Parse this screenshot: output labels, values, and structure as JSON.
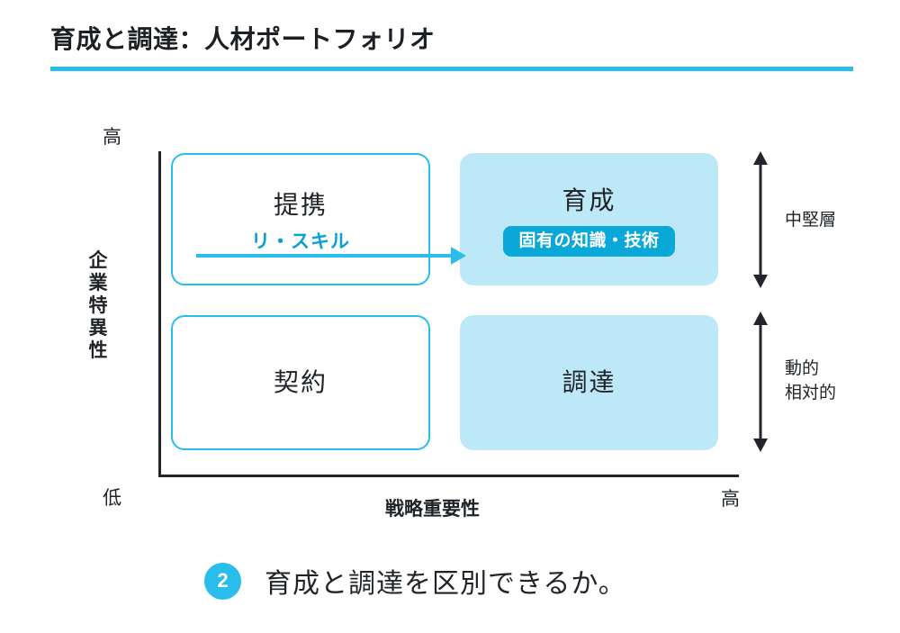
{
  "slide": {
    "title": "育成と調達：人材ポートフォリオ",
    "accent_color": "#29bdec",
    "rule_color": "#29bdec"
  },
  "axes": {
    "y": {
      "title": "企業特異性",
      "high_label": "高",
      "low_label": "低"
    },
    "x": {
      "title": "戦略重要性",
      "high_label": "高"
    }
  },
  "quadrants": [
    {
      "key": "partnership",
      "label": "提携",
      "sub_label": "リ・スキル",
      "style": "outline",
      "border_color": "#29bdec",
      "sub_color": "#0aa0d4"
    },
    {
      "key": "develop",
      "label": "育成",
      "badge": "固有の知識・技術",
      "style": "filled",
      "fill_color": "#bde8f7",
      "badge_color": "#0aa8d8"
    },
    {
      "key": "contract",
      "label": "契約",
      "style": "outline",
      "border_color": "#29bdec"
    },
    {
      "key": "procure",
      "label": "調達",
      "style": "filled",
      "fill_color": "#bde8f7"
    }
  ],
  "reskill_arrow": {
    "label": "リ・スキル",
    "color": "#29bdec",
    "from": "提携",
    "to": "育成"
  },
  "range_annotations": [
    {
      "key": "core",
      "label": "中堅層"
    },
    {
      "key": "dynamic",
      "label_line1": "動的",
      "label_line2": "相対的"
    }
  ],
  "footer": {
    "number": "2",
    "number_badge_color": "#29bdec",
    "text": "育成と調達を区別できるか。"
  }
}
